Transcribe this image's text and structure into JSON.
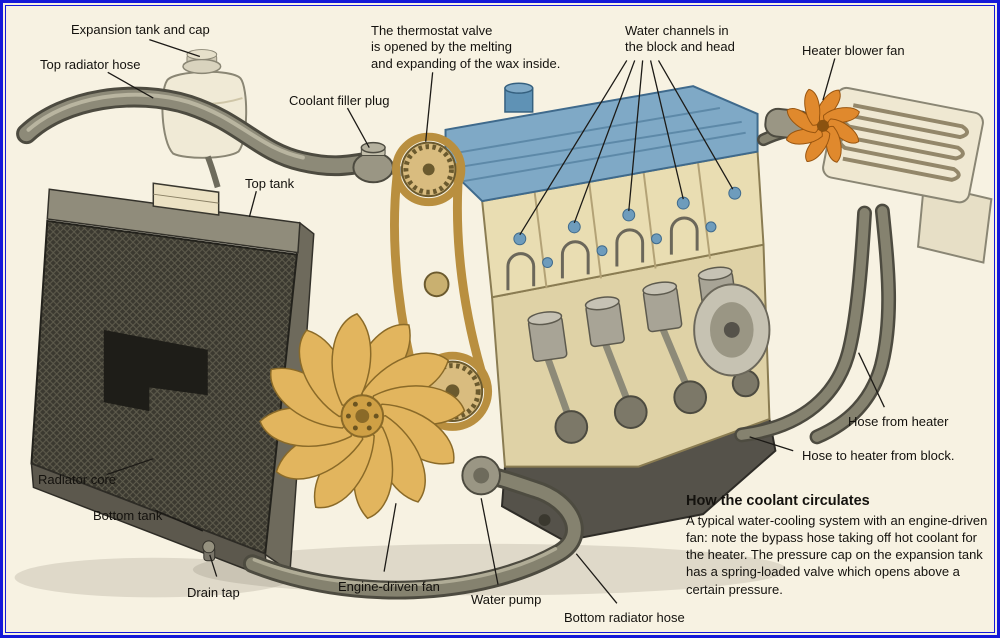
{
  "figure": {
    "type": "cutaway-diagram",
    "subject": "Engine water-cooling system",
    "colors": {
      "background": "#f7f2e2",
      "border": "#1519d8",
      "engine_blue": "#7fa9c6",
      "fan_tan": "#e2b55e",
      "blower_orange": "#e0892d",
      "metal_gray": "#8d8a78",
      "cream": "#efe8d2"
    },
    "labels": [
      {
        "id": "expansion-tank-and-cap",
        "text": "Expansion tank and cap"
      },
      {
        "id": "top-radiator-hose",
        "text": "Top radiator hose"
      },
      {
        "id": "coolant-filler-plug",
        "text": "Coolant filler plug"
      },
      {
        "id": "top-tank",
        "text": "Top tank"
      },
      {
        "id": "thermostat-note",
        "text": "The thermostat valve\nis opened by the melting\nand expanding of the wax inside."
      },
      {
        "id": "water-channels",
        "text": "Water channels in\nthe block and head"
      },
      {
        "id": "heater-blower-fan",
        "text": "Heater blower fan"
      },
      {
        "id": "hose-from-heater",
        "text": "Hose from heater"
      },
      {
        "id": "hose-to-heater-from-block",
        "text": "Hose to heater from block."
      },
      {
        "id": "radiator-core",
        "text": "Radiator core"
      },
      {
        "id": "bottom-tank",
        "text": "Bottom tank"
      },
      {
        "id": "drain-tap",
        "text": "Drain tap"
      },
      {
        "id": "engine-driven-fan",
        "text": "Engine-driven fan"
      },
      {
        "id": "water-pump",
        "text": "Water pump"
      },
      {
        "id": "bottom-radiator-hose",
        "text": "Bottom radiator hose"
      }
    ],
    "caption": {
      "title": "How the coolant circulates",
      "body": "A typical water-cooling system with an engine-driven fan: note the bypass hose taking off hot coolant for the heater. The pressure cap on the expansion tank has a spring-loaded valve which opens above a certain pressure."
    }
  }
}
